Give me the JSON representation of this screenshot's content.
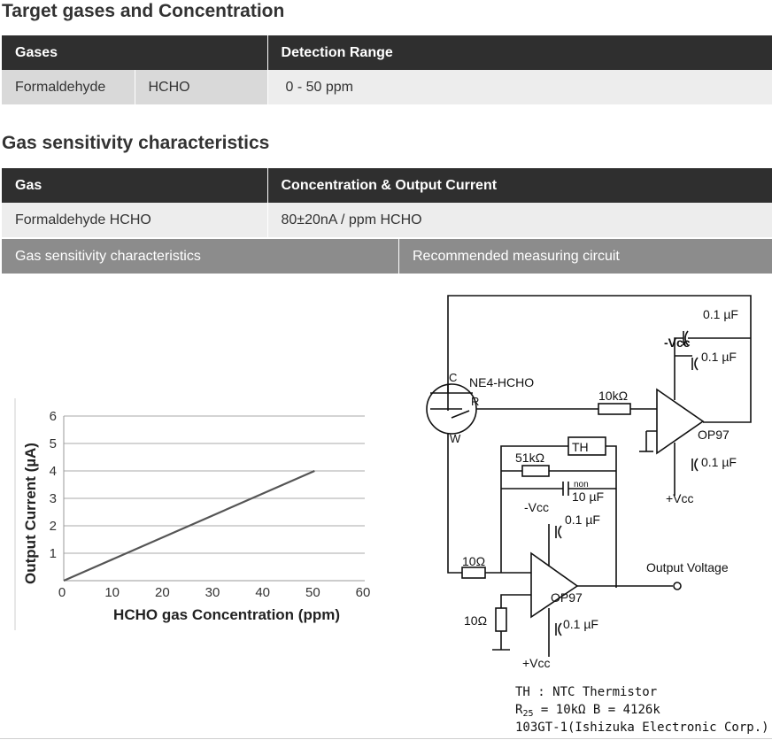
{
  "section1": {
    "title": "Target gases and Concentration",
    "headers": [
      "Gases",
      "Detection Range"
    ],
    "row": {
      "gas": "Formaldehyde",
      "formula": "HCHO",
      "range": "0 - 50 ppm"
    }
  },
  "section2": {
    "title": "Gas sensitivity characteristics",
    "headers": [
      "Gas",
      "Concentration & Output Current"
    ],
    "row": {
      "gas": "Formaldehyde HCHO",
      "output": "80±20nA / ppm HCHO"
    },
    "subheaders": [
      "Gas sensitivity characteristics",
      "Recommended measuring circuit"
    ]
  },
  "chart_data": {
    "type": "line",
    "x": [
      0,
      50
    ],
    "series": [
      {
        "values": [
          0,
          4
        ]
      }
    ],
    "xlabel": "HCHO gas Concentration (ppm)",
    "ylabel": "Output Current (µA)",
    "xticks": [
      "0",
      "10",
      "20",
      "30",
      "40",
      "50",
      "60"
    ],
    "yticks": [
      "1",
      "2",
      "3",
      "4",
      "5",
      "6"
    ],
    "xlim": [
      0,
      60
    ],
    "ylim": [
      0,
      6
    ],
    "grid": "horizontal",
    "colors": {
      "line": "#555555",
      "grid": "#bbbbbb"
    }
  },
  "circuit": {
    "sensor_label": "NE4-HCHO",
    "pins": {
      "c": "C",
      "r": "R",
      "w": "W"
    },
    "r_10k": "10kΩ",
    "r_51k": "51kΩ",
    "th": "TH",
    "cap_top": "0.1 µF",
    "neg_vcc_top": "-Vcc",
    "cap_top2": "0.1 µF",
    "opamp_top": "OP97",
    "cap_top3": "0.1 µF",
    "pos_vcc_top": "+Vcc",
    "cap_non": "non",
    "cap_10u": "10 µF",
    "neg_vcc_low": "-Vcc",
    "cap_low1": "0.1 µF",
    "r_10a": "10Ω",
    "r_10b": "10Ω",
    "opamp_low": "OP97",
    "output": "Output Voltage",
    "cap_low2": "0.1 µF",
    "pos_vcc_low": "+Vcc",
    "note1": "TH : NTC Thermistor",
    "note2_r": "R",
    "note2_sub": "25",
    "note2_rest": " = 10kΩ  B = 4126k",
    "note3": "103GT-1(Ishizuka Electronic  Corp.)"
  }
}
